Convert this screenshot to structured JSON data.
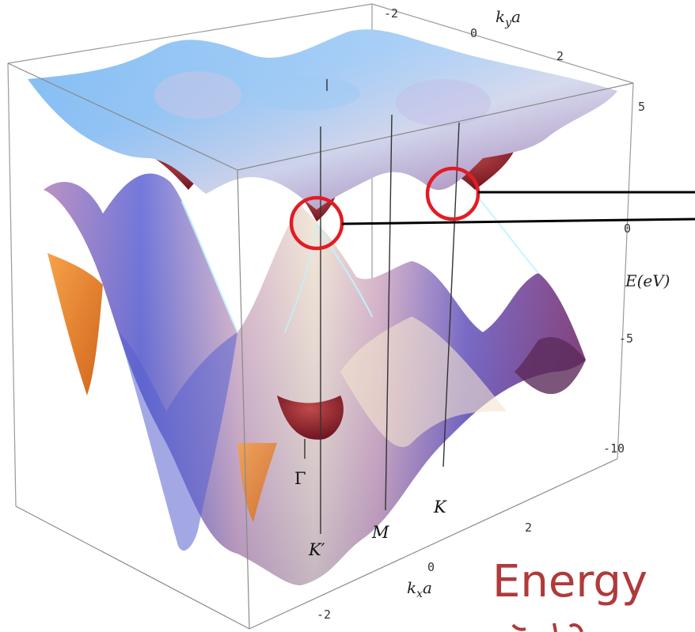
{
  "axes": {
    "ky_label": "k",
    "ky_sub": "y",
    "ky_suffix": "a",
    "kx_label": "k",
    "kx_sub": "x",
    "kx_suffix": "a",
    "e_label": "E(eV)",
    "ky_ticks": [
      "-2",
      "0",
      "2"
    ],
    "kx_ticks": [
      "-2",
      "0",
      "2"
    ],
    "e_ticks": [
      "5",
      "0",
      "-5",
      "-10"
    ]
  },
  "points": {
    "gamma": "Γ",
    "k_prime": "K′",
    "m": "M",
    "k": "K"
  },
  "caption": "Energy",
  "colors": {
    "upper_band_top": "#5aa7f0",
    "upper_band_mid": "#cfd8ec",
    "lower_band_pink": "#d9b4c6",
    "lower_band_blue": "#5c6fd6",
    "lower_band_orange": "#f08a2b",
    "dark_red": "#8a1f2b",
    "highlight": "#e31b23",
    "caption": "#b03a3a"
  }
}
